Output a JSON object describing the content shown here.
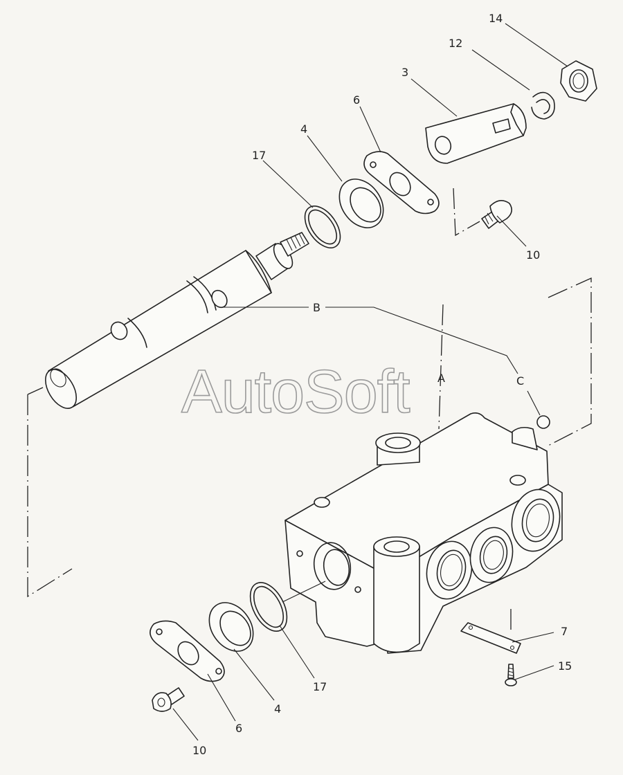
{
  "watermark": "AutoSoft",
  "callouts": {
    "c14": "14",
    "c12": "12",
    "c3": "3",
    "c6_top": "6",
    "c4_top": "4",
    "c17_top": "17",
    "c10_top": "10",
    "cB": "B",
    "cA": "A",
    "cC": "C",
    "c7": "7",
    "c15": "15",
    "c17_bot": "17",
    "c4_bot": "4",
    "c6_bot": "6",
    "c10_bot": "10"
  }
}
